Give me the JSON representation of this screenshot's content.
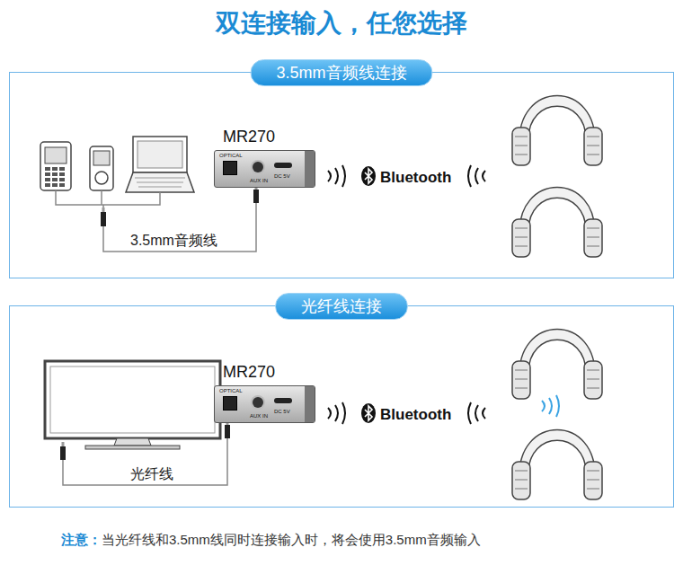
{
  "diagram": {
    "title": "双连接输入，任您选择",
    "nodes": [
      {
        "text": [
          "3.5mm音频线连接"
        ]
      },
      {
        "text": [
          "MR270",
          "OPTICAL",
          "AUX IN",
          "DC 5V"
        ],
        "in": 0
      },
      {
        "text": [
          "光纤线连接"
        ]
      },
      {
        "text": [
          "MR270",
          "OPTICAL",
          "AUX IN",
          "DC 5V"
        ],
        "in": 2
      }
    ],
    "labels": [
      "3.5mm音频线",
      "Bluetooth",
      "光纤线",
      "Bluetooth",
      "注意：",
      "当光纤线和3.5mm线同时连接输入时，将会使用3.5mm音频输入"
    ]
  }
}
